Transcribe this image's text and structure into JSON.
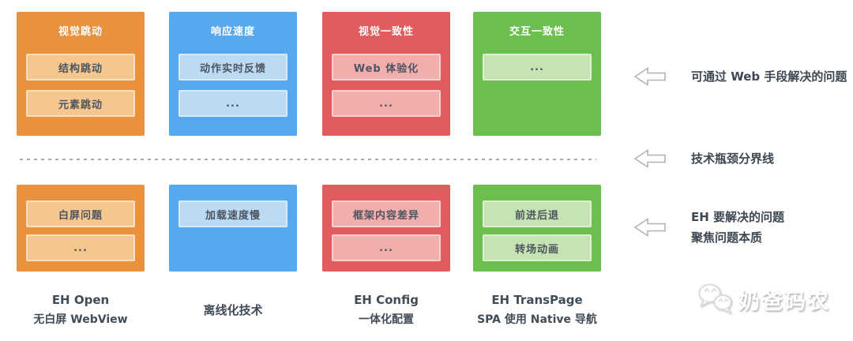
{
  "diagram": {
    "columns": [
      {
        "accent": "#E9923E",
        "item_bg": "#F5C78E",
        "top": {
          "header": "视觉跳动",
          "items": [
            "结构跳动",
            "元素跳动"
          ]
        },
        "bottom": {
          "items": [
            "白屏问题",
            "..."
          ]
        },
        "label": {
          "title": "EH Open",
          "subtitle": "无白屏 WebView"
        }
      },
      {
        "accent": "#57A9ED",
        "item_bg": "#BBDAF4",
        "top": {
          "header": "响应速度",
          "items": [
            "动作实时反馈",
            "..."
          ]
        },
        "bottom": {
          "items": [
            "加载速度慢"
          ]
        },
        "label": {
          "title": "离线化技术"
        }
      },
      {
        "accent": "#E15D5D",
        "item_bg": "#F2ADAD",
        "top": {
          "header": "视觉一致性",
          "items": [
            "Web 体验化",
            "..."
          ]
        },
        "bottom": {
          "items": [
            "框架内容差异",
            "..."
          ]
        },
        "label": {
          "title": "EH Config",
          "subtitle": "一体化配置"
        }
      },
      {
        "accent": "#6CBE4E",
        "item_bg": "#C6E3B3",
        "top": {
          "header": "交互一致性",
          "items": [
            "..."
          ]
        },
        "bottom": {
          "items": [
            "前进后退",
            "转场动画"
          ]
        },
        "label": {
          "title": "EH TransPage",
          "subtitle": "SPA 使用 Native 导航"
        }
      }
    ],
    "annotations": [
      {
        "lines": [
          "可通过 Web 手段解决的问题"
        ]
      },
      {
        "lines": [
          "技术瓶颈分界线"
        ]
      },
      {
        "lines": [
          "EH 要解决的问题",
          "聚焦问题本质"
        ]
      }
    ]
  },
  "watermark": {
    "text": "奶爸码农"
  },
  "colors": {
    "annotation_text": "#3D4752",
    "item_text": "#4D5560",
    "label_text": "#414C59",
    "arrow_stroke": "#AEB4B9",
    "dash_line": "#ABABAB"
  }
}
